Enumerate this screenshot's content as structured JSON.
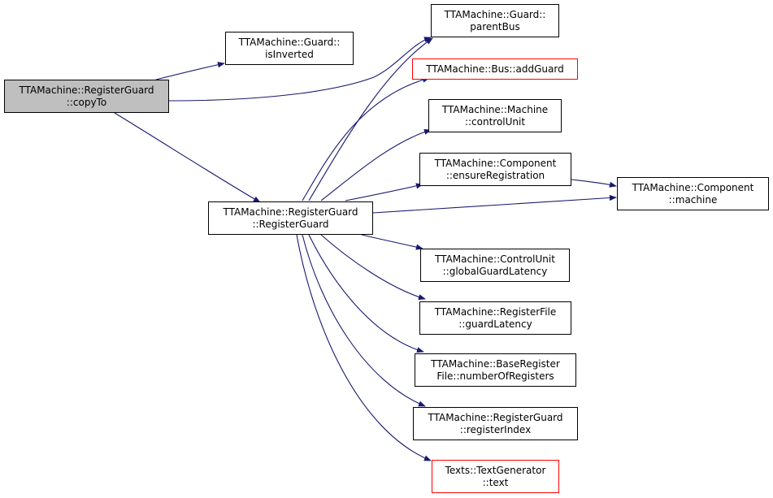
{
  "graph": {
    "edge_color": "#191970",
    "nodes": {
      "copyTo": {
        "line1": "TTAMachine::RegisterGuard",
        "line2": "::copyTo",
        "fill": "#bfbfbf",
        "border": "#000000"
      },
      "isInverted": {
        "line1": "TTAMachine::Guard::",
        "line2": "isInverted",
        "border": "#000000"
      },
      "parentBus": {
        "line1": "TTAMachine::Guard::",
        "line2": "parentBus",
        "border": "#000000"
      },
      "addGuard": {
        "line1": "TTAMachine::Bus::addGuard",
        "line2": "",
        "border": "#ff0000"
      },
      "controlUnit": {
        "line1": "TTAMachine::Machine",
        "line2": "::controlUnit",
        "border": "#000000"
      },
      "ensureRegistration": {
        "line1": "TTAMachine::Component",
        "line2": "::ensureRegistration",
        "border": "#000000"
      },
      "machine": {
        "line1": "TTAMachine::Component",
        "line2": "::machine",
        "border": "#000000"
      },
      "registerGuardCtor": {
        "line1": "TTAMachine::RegisterGuard",
        "line2": "::RegisterGuard",
        "border": "#000000"
      },
      "globalGuardLatency": {
        "line1": "TTAMachine::ControlUnit",
        "line2": "::globalGuardLatency",
        "border": "#000000"
      },
      "guardLatency": {
        "line1": "TTAMachine::RegisterFile",
        "line2": "::guardLatency",
        "border": "#000000"
      },
      "numberOfRegisters": {
        "line1": "TTAMachine::BaseRegister",
        "line2": "File::numberOfRegisters",
        "border": "#000000"
      },
      "registerIndex": {
        "line1": "TTAMachine::RegisterGuard",
        "line2": "::registerIndex",
        "border": "#000000"
      },
      "text": {
        "line1": "Texts::TextGenerator",
        "line2": "::text",
        "border": "#ff0000"
      }
    }
  }
}
